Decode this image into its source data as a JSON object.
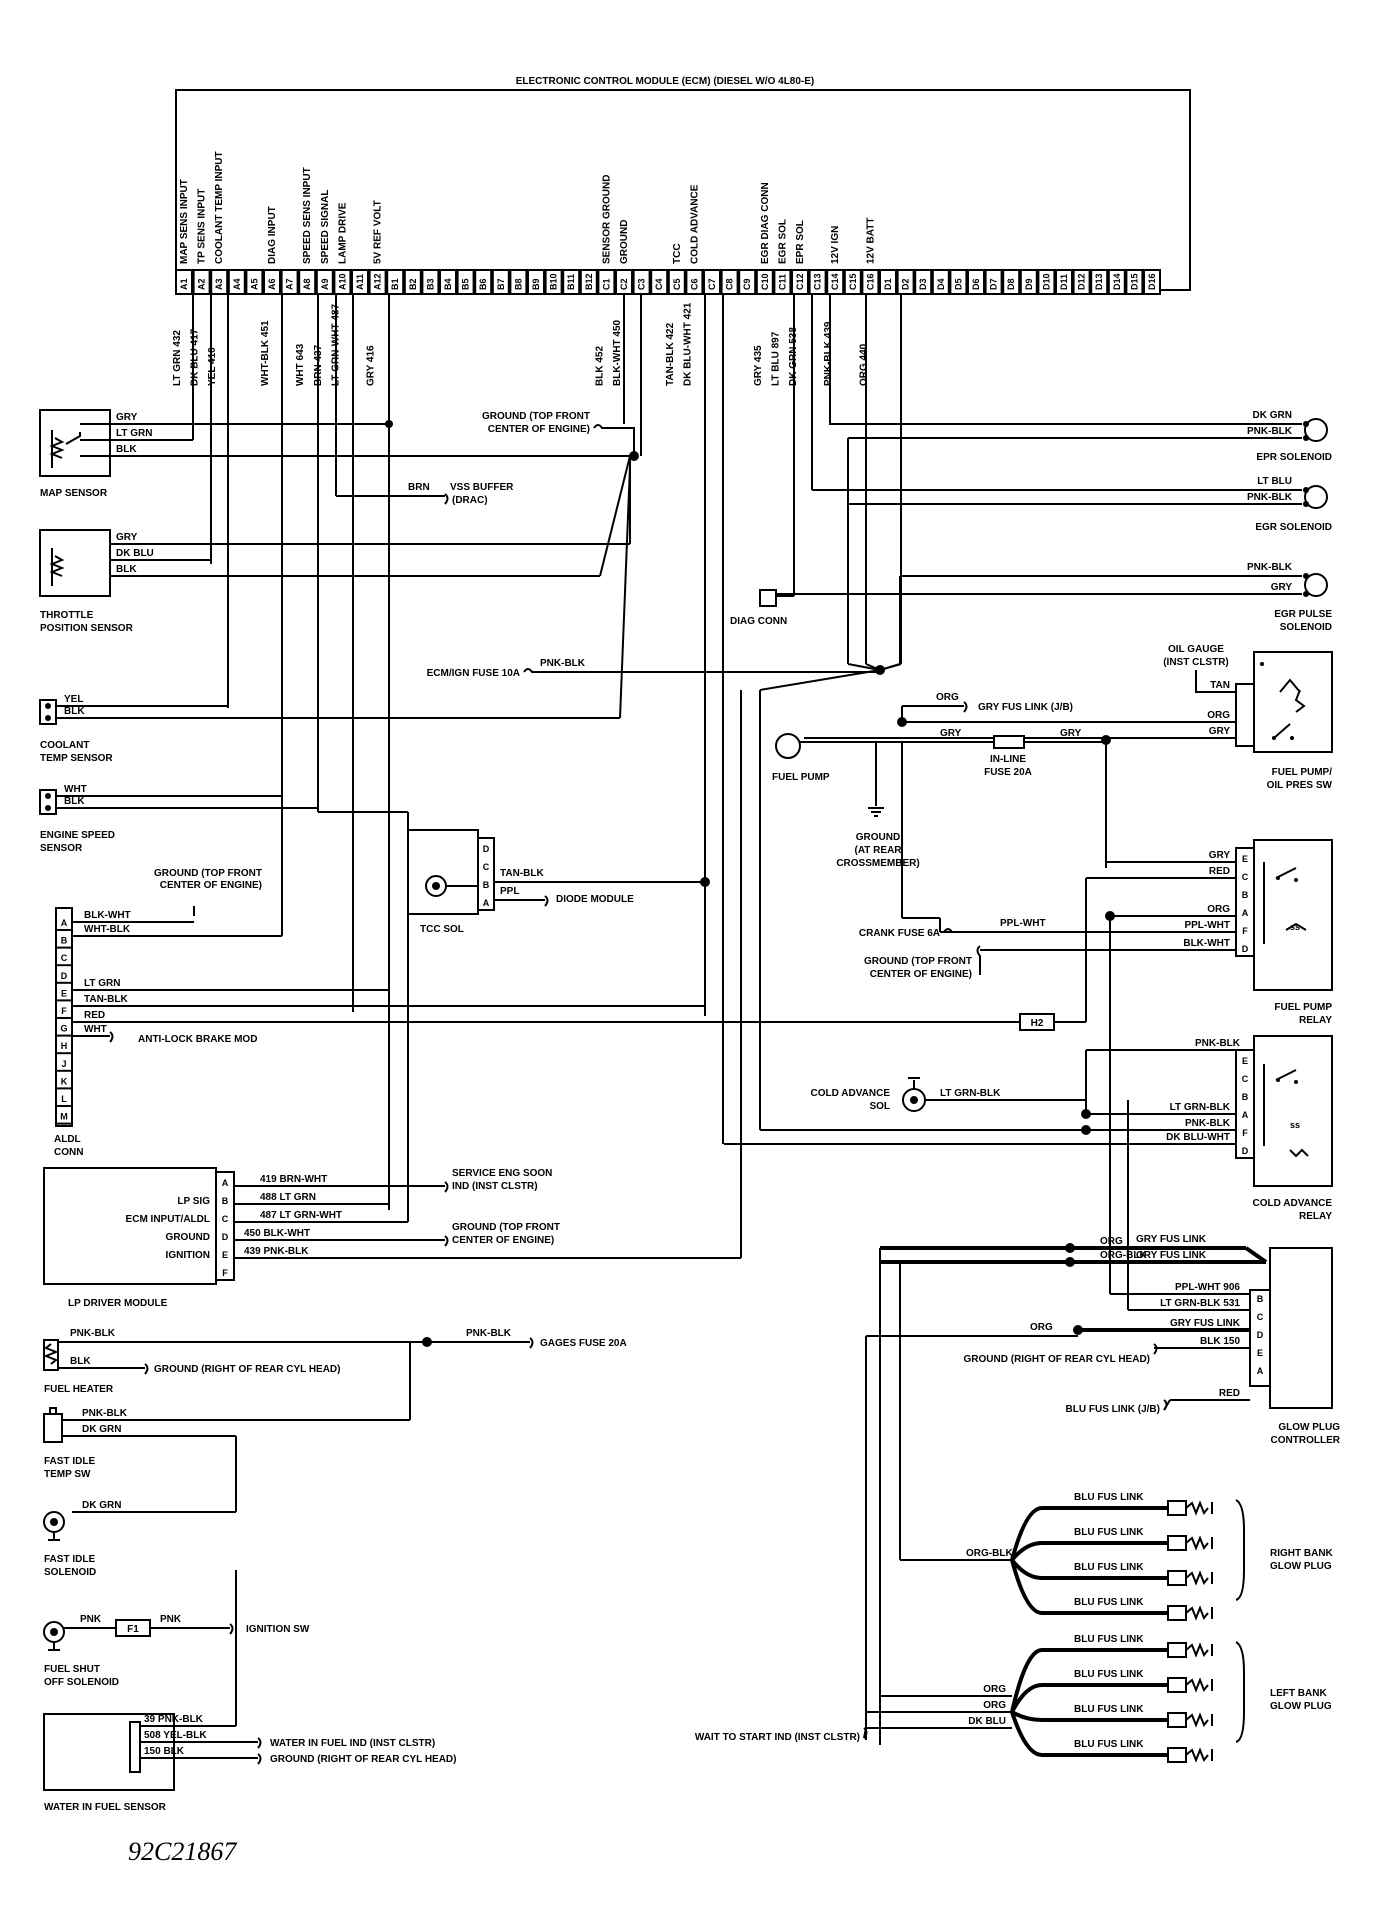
{
  "ecm": {
    "title": "ELECTRONIC CONTROL MODULE (ECM) (DIESEL W/O 4L80-E)",
    "pins": [
      "A1",
      "A2",
      "A3",
      "A4",
      "A5",
      "A6",
      "A7",
      "A8",
      "A9",
      "A10",
      "A11",
      "A12",
      "B1",
      "B2",
      "B3",
      "B4",
      "B5",
      "B6",
      "B7",
      "B8",
      "B9",
      "B10",
      "B11",
      "B12",
      "C1",
      "C2",
      "C3",
      "C4",
      "C5",
      "C6",
      "C7",
      "C8",
      "C9",
      "C10",
      "C11",
      "C12",
      "C13",
      "C14",
      "C15",
      "C16",
      "D1",
      "D2",
      "D3",
      "D4",
      "D5",
      "D6",
      "D7",
      "D8",
      "D9",
      "D10",
      "D11",
      "D12",
      "D13",
      "D14",
      "D15",
      "D16"
    ],
    "pin_labels": [
      {
        "pin": "A1",
        "text": "MAP SENS INPUT"
      },
      {
        "pin": "A2",
        "text": "TP SENS INPUT"
      },
      {
        "pin": "A3",
        "text": "COOLANT TEMP INPUT"
      },
      {
        "pin": "A6",
        "text": "DIAG INPUT"
      },
      {
        "pin": "A8",
        "text": "SPEED SENS INPUT"
      },
      {
        "pin": "A9",
        "text": "SPEED SIGNAL"
      },
      {
        "pin": "A10",
        "text": "LAMP DRIVE"
      },
      {
        "pin": "A12",
        "text": "5V REF VOLT"
      },
      {
        "pin": "C1",
        "text": "SENSOR GROUND"
      },
      {
        "pin": "C2",
        "text": "GROUND"
      },
      {
        "pin": "C5",
        "text": "TCC"
      },
      {
        "pin": "C6",
        "text": "COLD ADVANCE"
      },
      {
        "pin": "C10",
        "text": "EGR DIAG CONN"
      },
      {
        "pin": "C11",
        "text": "EGR SOL"
      },
      {
        "pin": "C12",
        "text": "EPR SOL"
      },
      {
        "pin": "C14",
        "text": "12V IGN"
      },
      {
        "pin": "C16",
        "text": "12V BATT"
      }
    ],
    "wires": [
      {
        "pin": "A1",
        "text": "LT GRN 432"
      },
      {
        "pin": "A2",
        "text": "DK BLU 417"
      },
      {
        "pin": "A3",
        "text": "YEL 410"
      },
      {
        "pin": "A6",
        "text": "WHT-BLK 451"
      },
      {
        "pin": "A8",
        "text": "WHT 643"
      },
      {
        "pin": "A9",
        "text": "BRN 437"
      },
      {
        "pin": "A10",
        "text": "LT GRN-WHT 487"
      },
      {
        "pin": "A12",
        "text": "GRY 416"
      },
      {
        "pin": "C1",
        "text": "BLK 452"
      },
      {
        "pin": "C2",
        "text": "BLK-WHT 450"
      },
      {
        "pin": "C5",
        "text": "TAN-BLK 422"
      },
      {
        "pin": "C6",
        "text": "DK BLU-WHT 421"
      },
      {
        "pin": "C10",
        "text": "GRY 435"
      },
      {
        "pin": "C11",
        "text": "LT BLU 897"
      },
      {
        "pin": "C12",
        "text": "DK GRN 538"
      },
      {
        "pin": "C14",
        "text": "PNK-BLK 439"
      },
      {
        "pin": "C16",
        "text": "ORG 440"
      }
    ]
  },
  "components": {
    "map_sensor": "MAP SENSOR",
    "throttle_1": "THROTTLE",
    "throttle_2": "POSITION SENSOR",
    "coolant_1": "COOLANT",
    "coolant_2": "TEMP SENSOR",
    "engine_speed_1": "ENGINE SPEED",
    "engine_speed_2": "SENSOR",
    "aldl_1": "ALDL",
    "aldl_2": "CONN",
    "lp_driver": "LP DRIVER MODULE",
    "fuel_heater": "FUEL HEATER",
    "fast_idle_sw_1": "FAST IDLE",
    "fast_idle_sw_2": "TEMP SW",
    "fast_idle_sol_1": "FAST IDLE",
    "fast_idle_sol_2": "SOLENOID",
    "fuel_shutoff_1": "FUEL SHUT",
    "fuel_shutoff_2": "OFF SOLENOID",
    "water_sensor": "WATER IN FUEL SENSOR",
    "tcc_sol": "TCC SOL",
    "diode_module": "DIODE MODULE",
    "epr_solenoid": "EPR SOLENOID",
    "egr_solenoid": "EGR SOLENOID",
    "egr_pulse_1": "EGR PULSE",
    "egr_pulse_2": "SOLENOID",
    "diag_conn": "DIAG CONN",
    "oil_gauge_1": "OIL GAUGE",
    "oil_gauge_2": "(INST CLSTR)",
    "fuel_pump": "FUEL PUMP",
    "fuel_pump_sw_1": "FUEL PUMP/",
    "fuel_pump_sw_2": "OIL PRES SW",
    "inline_fuse_1": "IN-LINE",
    "inline_fuse_2": "FUSE 20A",
    "ground_rear_1": "GROUND",
    "ground_rear_2": "(AT REAR",
    "ground_rear_3": "CROSSMEMBER)",
    "fuel_pump_relay_1": "FUEL PUMP",
    "fuel_pump_relay_2": "RELAY",
    "cold_adv_sol_1": "COLD ADVANCE",
    "cold_adv_sol_2": "SOL",
    "cold_adv_relay_1": "COLD ADVANCE",
    "cold_adv_relay_2": "RELAY",
    "glow_ctrl_1": "GLOW PLUG",
    "glow_ctrl_2": "CONTROLLER",
    "right_bank_1": "RIGHT BANK",
    "right_bank_2": "GLOW PLUG",
    "left_bank_1": "LEFT BANK",
    "left_bank_2": "GLOW PLUG",
    "h2": "H2",
    "f1": "F1"
  },
  "labels": {
    "gry": "GRY",
    "ltgrn": "LT GRN",
    "blk": "BLK",
    "dkblu": "DK BLU",
    "yel": "YEL",
    "wht": "WHT",
    "gnd_top_1": "GROUND (TOP FRONT",
    "gnd_top_2": "CENTER OF ENGINE)",
    "brn": "BRN",
    "vss_1": "VSS BUFFER",
    "vss_2": "(DRAC)",
    "ecm_ign": "ECM/IGN FUSE 10A",
    "pnkblk": "PNK-BLK",
    "tanblk": "TAN-BLK",
    "ppl": "PPL",
    "blkwht": "BLK-WHT",
    "whtblk": "WHT-BLK",
    "tanblk2": "TAN-BLK",
    "red": "RED",
    "antilock": "ANTI-LOCK BRAKE MOD",
    "lp_sig": "LP SIG",
    "ecm_input": "ECM INPUT/ALDL",
    "ground": "GROUND",
    "ignition": "IGNITION",
    "w419": "419 BRN-WHT",
    "w488": "488 LT GRN",
    "w487": "487 LT GRN-WHT",
    "w450": "450 BLK-WHT",
    "w439": "439 PNK-BLK",
    "ses_1": "SERVICE ENG SOON",
    "ses_2": "IND (INST CLSTR)",
    "gnd_rear": "GROUND (RIGHT OF REAR CYL HEAD)",
    "gages_fuse": "GAGES FUSE 20A",
    "dkgrn": "DK GRN",
    "pnk": "PNK",
    "ign_sw": "IGNITION SW",
    "w39": "39 PNK-BLK",
    "w508": "508 YEL-BLK",
    "w150": "150 BLK",
    "wif_ind": "WATER IN FUEL IND (INST CLSTR)",
    "dkgrn_r": "DK GRN",
    "ltblu": "LT BLU",
    "tan": "TAN",
    "org": "ORG",
    "gry_fus_jb": "GRY FUS LINK (J/B)",
    "crank_fuse": "CRANK FUSE 6A",
    "pplwht": "PPL-WHT",
    "ltgrnblk": "LT GRN-BLK",
    "dkbluwht": "DK BLU-WHT",
    "orgblk": "ORG-BLK",
    "gry_fus_link": "GRY FUS LINK",
    "pplwht906": "PPL-WHT 906",
    "ltgrnblk531": "LT GRN-BLK 531",
    "blk150": "BLK 150",
    "blu_fus_jb": "BLU FUS LINK (J/B)",
    "blu_fus_link": "BLU FUS LINK",
    "wait_start": "WAIT TO START IND (INST CLSTR)",
    "figure_code": "92C21867"
  }
}
